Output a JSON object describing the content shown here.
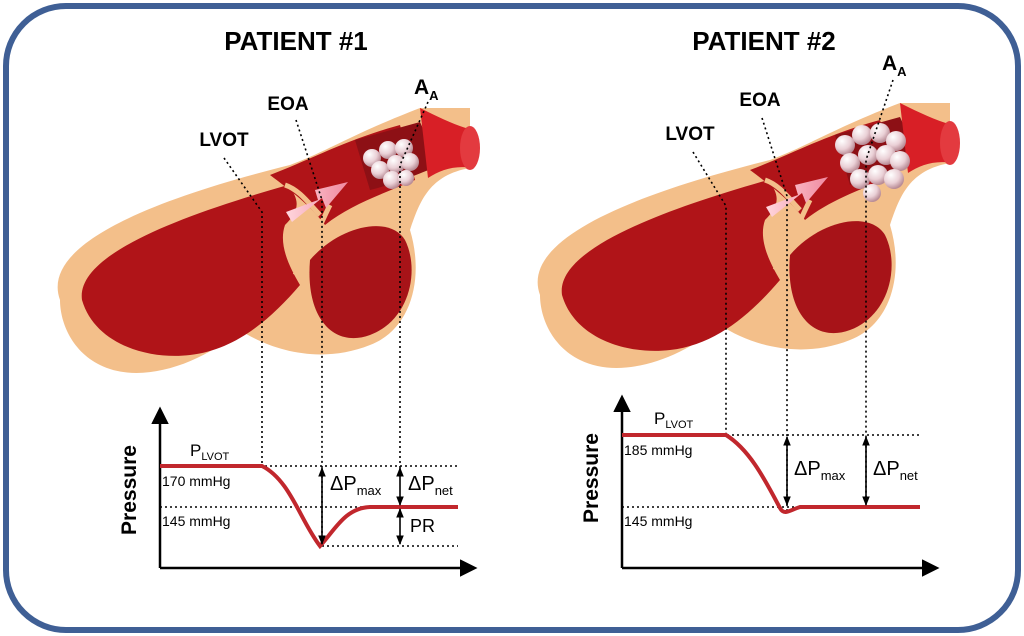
{
  "panels": [
    {
      "title": "PATIENT #1",
      "labels": {
        "lvot": "LVOT",
        "eoa": "EOA",
        "aa_main": "A",
        "aa_sub": "A"
      },
      "chart": {
        "y_axis_label": "Pressure",
        "p_lvot_main": "P",
        "p_lvot_sub": "LVOT",
        "high_value": "170 mmHg",
        "low_value": "145 mmHg",
        "dp_max_main": "ΔP",
        "dp_max_sub": "max",
        "dp_net_main": "ΔP",
        "dp_net_sub": "net",
        "pr": "PR"
      }
    },
    {
      "title": "PATIENT #2",
      "labels": {
        "lvot": "LVOT",
        "eoa": "EOA",
        "aa_main": "A",
        "aa_sub": "A"
      },
      "chart": {
        "y_axis_label": "Pressure",
        "p_lvot_main": "P",
        "p_lvot_sub": "LVOT",
        "high_value": "185 mmHg",
        "low_value": "145 mmHg",
        "dp_max_main": "ΔP",
        "dp_max_sub": "max",
        "dp_net_main": "ΔP",
        "dp_net_sub": "net"
      }
    }
  ],
  "colors": {
    "frame": "#3f5f95",
    "heart_outer": "#f3bf8a",
    "heart_chamber": "#b01418",
    "aorta": "#d81f26",
    "pressure_curve": "#c1272d",
    "flow_arrow": "#f2a6b4",
    "valve_calcification": "#e9d4d8"
  }
}
